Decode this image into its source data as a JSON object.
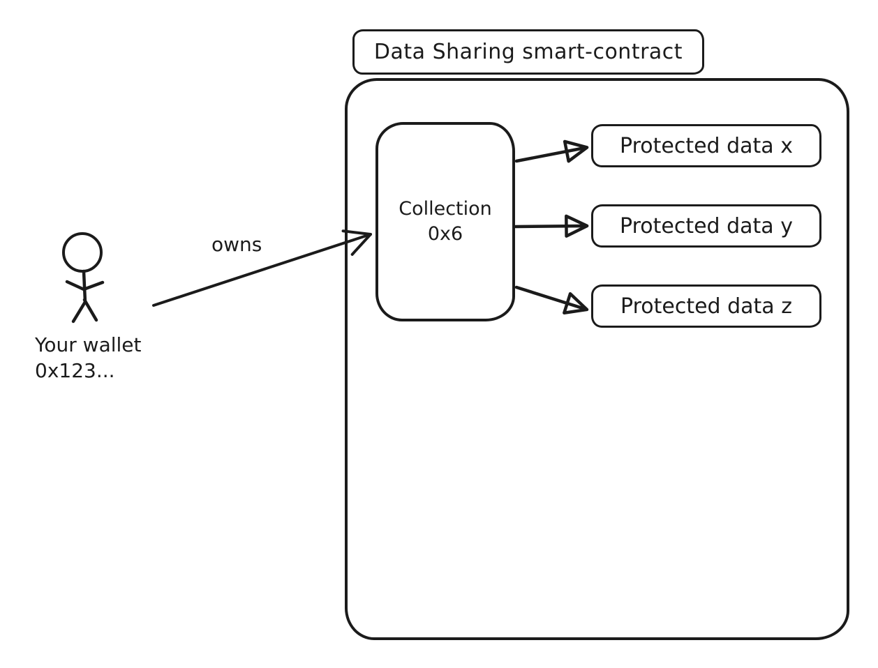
{
  "diagram": {
    "title": "Data Sharing smart-contract",
    "actor": {
      "icon": "stick-figure-icon",
      "label_line1": "Your wallet",
      "label_line2": "0x123..."
    },
    "owns_arrow": {
      "label": "owns"
    },
    "collection": {
      "label_line1": "Collection",
      "label_line2": "0x6"
    },
    "protected_items": [
      {
        "label": "Protected data x"
      },
      {
        "label": "Protected data y"
      },
      {
        "label": "Protected data z"
      }
    ],
    "colors": {
      "stroke": "#1b1b1b",
      "background": "#ffffff"
    }
  }
}
